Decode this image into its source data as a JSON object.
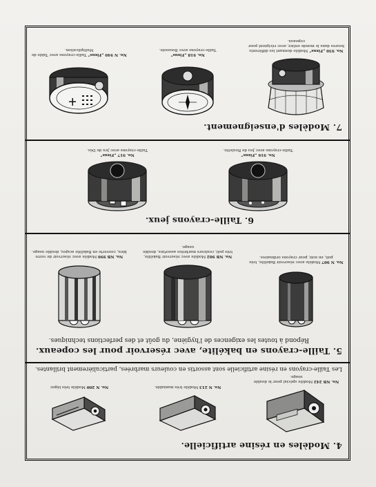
{
  "sections": [
    {
      "id": "s4",
      "title": "4. Modèles en résine artificielle.",
      "subtitle": "Les Taille-crayons en résine artificielle sont assortis en couleurs marbrées, particulièrement brillantes.",
      "items": [
        {
          "code": "No. NB 242",
          "text": "Modèle spécial pour le double usage.",
          "icon": "block-sharpener-icon"
        },
        {
          "code": "No. N 213",
          "text": "Modèle très maniable.",
          "icon": "wedge-sharpener-icon"
        },
        {
          "code": "No. N 200",
          "text": "Modèle très léger.",
          "icon": "small-sharpener-icon"
        }
      ]
    },
    {
      "id": "s5",
      "title": "5. Taille-crayons en bakélite, avec réservoir pour les copeaux.",
      "subtitle": "Répond à toutes les exigences de l'hygiène, du goût et des perfections techniques.",
      "items": [
        {
          "code": "No. N 907",
          "text": "Modèle avec réservoir Bakélite, très poli, en noir, pour crayons ordinaires.",
          "icon": "canister-sharpener-icon"
        },
        {
          "code": "No. NB 902",
          "text": "Modèle avec réservoir Bakélite, très poli, couleurs marbrées assorties, double usage.",
          "icon": "canister-sharpener-icon"
        },
        {
          "code": "No. NB 990",
          "text": "Modèle avec réservoir de verre bleu, couverte en Bakélite acajou, double usage.",
          "icon": "glass-canister-sharpener-icon"
        }
      ]
    },
    {
      "id": "s6",
      "title": "6. Taille-crayons jeux.",
      "subtitle": "",
      "items": [
        {
          "code": "No. 916 „Fixus“",
          "text": "Taille-crayons avec Jeu de Roulette.",
          "icon": "roulette-sharpener-icon"
        },
        {
          "code": "No. 917 „Fixus“",
          "text": "Taille-crayons avec Jeu de Dés.",
          "icon": "dice-sharpener-icon"
        }
      ]
    },
    {
      "id": "s7",
      "title": "7. Modèles d'enseignement.",
      "subtitle": "",
      "items": [
        {
          "code": "No. 950 „Fixus“",
          "text": "Modèle donnant les différents heures dans le monde entier, avec récipient pour copeaux.",
          "icon": "globe-sharpener-icon"
        },
        {
          "code": "No. 918 „Fixus“",
          "text": "Taille-crayons avec Boussole.",
          "icon": "compass-sharpener-icon"
        },
        {
          "code": "No. N 940 „Fixus“",
          "text": "Taille-crayons avec Table de Multiplication.",
          "icon": "multiplication-table-sharpener-icon"
        }
      ]
    }
  ]
}
